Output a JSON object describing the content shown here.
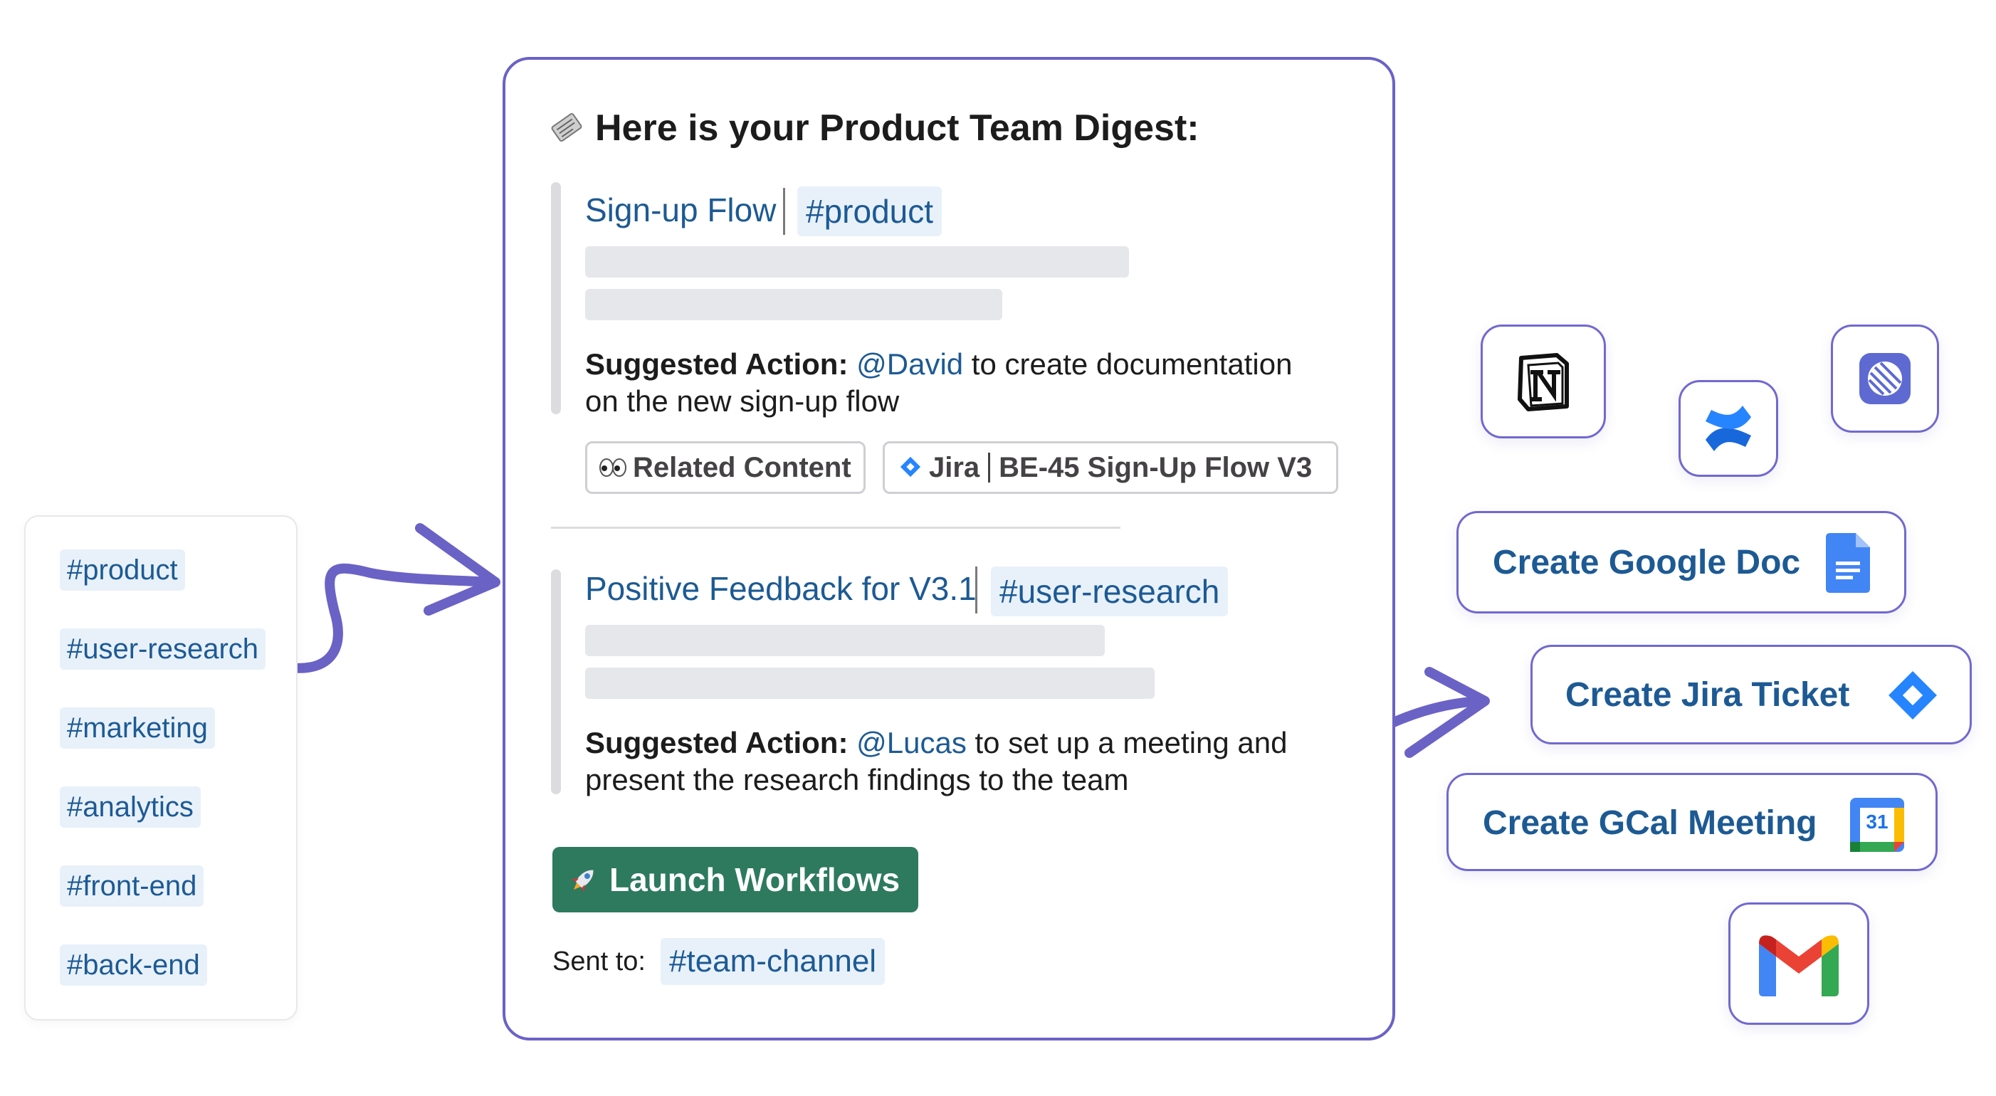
{
  "channels": [
    "#product",
    "#user-research",
    "#marketing",
    "#analytics",
    "#front-end",
    "#back-end"
  ],
  "digest": {
    "title": "Here is your Product Team Digest:",
    "title_icon": "newspaper-icon",
    "items": [
      {
        "title": "Sign-up Flow",
        "tag": "#product",
        "action_label": "Suggested Action:",
        "mention": "@David",
        "action_line1": " to create documentation",
        "action_line2": "on the new sign-up flow",
        "related_label": "Related Content",
        "related_icon": "eyes-icon",
        "jira_prefix": "Jira",
        "jira_label": "BE-45 Sign-Up Flow V3"
      },
      {
        "title": "Positive Feedback for V3.1",
        "tag": "#user-research",
        "action_label": "Suggested Action:",
        "mention": "@Lucas",
        "action_line1": " to set up a meeting and",
        "action_line2": "present the research findings to the team"
      }
    ],
    "launch_button": "Launch Workflows",
    "launch_icon": "rocket-icon",
    "sent_label": "Sent to:",
    "sent_channel": "#team-channel"
  },
  "apps": [
    "notion-icon",
    "confluence-icon",
    "linear-icon",
    "gmail-icon"
  ],
  "actions": [
    {
      "label": "Create Google Doc",
      "icon": "google-docs-icon"
    },
    {
      "label": "Create Jira Ticket",
      "icon": "jira-icon"
    },
    {
      "label": "Create GCal Meeting",
      "icon": "google-calendar-icon",
      "icon_text": "31"
    }
  ],
  "colors": {
    "accent": "#6b62c6",
    "link": "#1d5a94",
    "chip_bg": "#e8f1fa",
    "launch_bg": "#2d7a5f"
  }
}
